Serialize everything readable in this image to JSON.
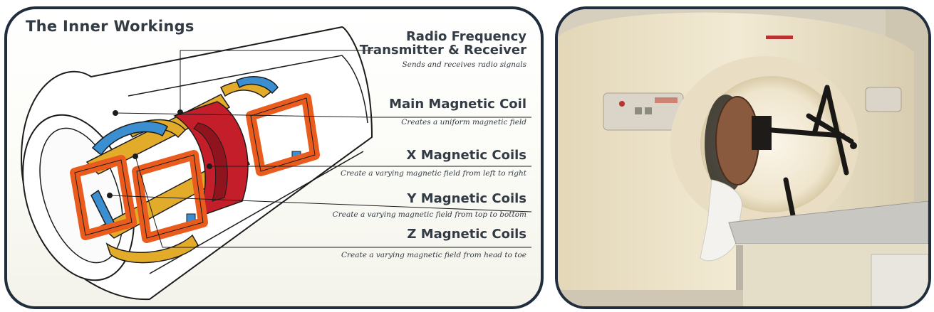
{
  "diagram": {
    "title": "The Inner Workings",
    "components": [
      {
        "name_line1": "Radio Frequency",
        "name_line2": "Transmitter & Receiver",
        "description": "Sends and receives radio signals"
      },
      {
        "name": "Main Magnetic Coil",
        "description": "Creates a uniform magnetic field"
      },
      {
        "name": "X Magnetic Coils",
        "description": "Create a varying magnetic field from left to right"
      },
      {
        "name": "Y Magnetic Coils",
        "description": "Create a varying magnetic field from top to bottom"
      },
      {
        "name": "Z Magnetic Coils",
        "description": "Create a varying magnetic field from head to toe"
      }
    ],
    "colors": {
      "housing": "#ffffff",
      "outline": "#1c1c1c",
      "rf_coil": "#3b8fd0",
      "main_coil": "#c41e2a",
      "x_coil": "#ea5b1e",
      "z_coil": "#e3ab2a",
      "text": "#333b44",
      "border": "#1f2d3c"
    }
  },
  "photo": {
    "subject": "mri-scanner-photo",
    "colors": {
      "scanner_body": "#eee3c8",
      "bore": "#f4ecd8",
      "table": "#cfcfcf",
      "background": "#d9d3c3"
    }
  }
}
